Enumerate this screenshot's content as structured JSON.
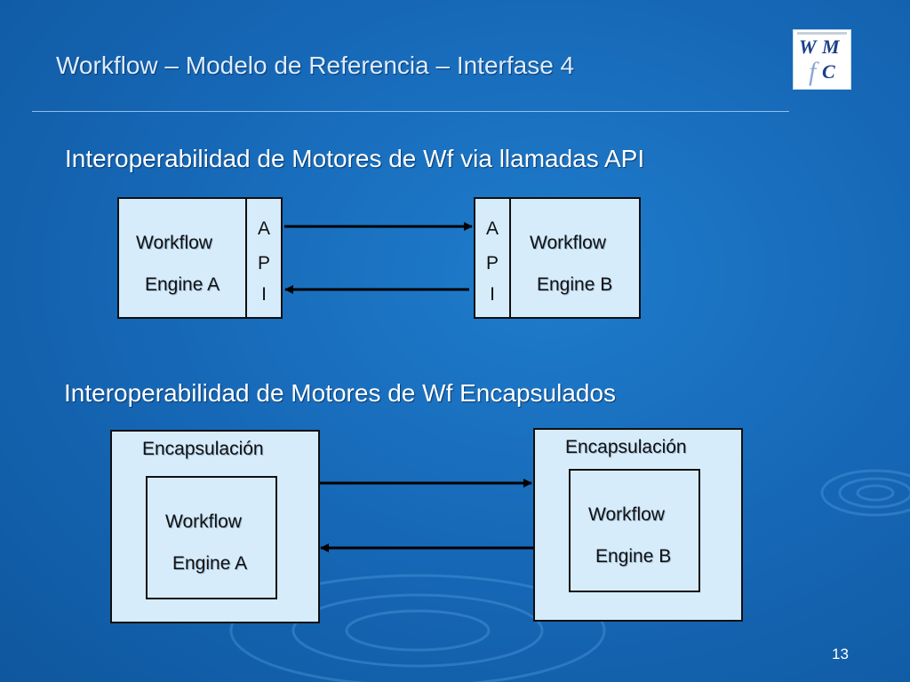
{
  "slide": {
    "title": "Workflow – Modelo de Referencia – Interfase 4",
    "page_number": "13",
    "logo": {
      "letters": [
        "W",
        "M",
        "f",
        "C"
      ]
    }
  },
  "section1": {
    "heading": "Interoperabilidad de Motores de Wf via llamadas  API",
    "engine_a": {
      "line1": "Workflow",
      "line2": "Engine A"
    },
    "engine_b": {
      "line1": "Workflow",
      "line2": "Engine B"
    },
    "api_letters": [
      "A",
      "P",
      "I"
    ]
  },
  "section2": {
    "heading": "Interoperabilidad de Motores de Wf Encapsulados",
    "encap_a": {
      "label": "Encapsulación",
      "line1": "Workflow",
      "line2": "Engine A"
    },
    "encap_b": {
      "label": "Encapsulación",
      "line1": "Workflow",
      "line2": "Engine B"
    }
  },
  "colors": {
    "background": "#1566b4",
    "box_fill": "#d6ecfb",
    "title_text": "#dcecff"
  }
}
